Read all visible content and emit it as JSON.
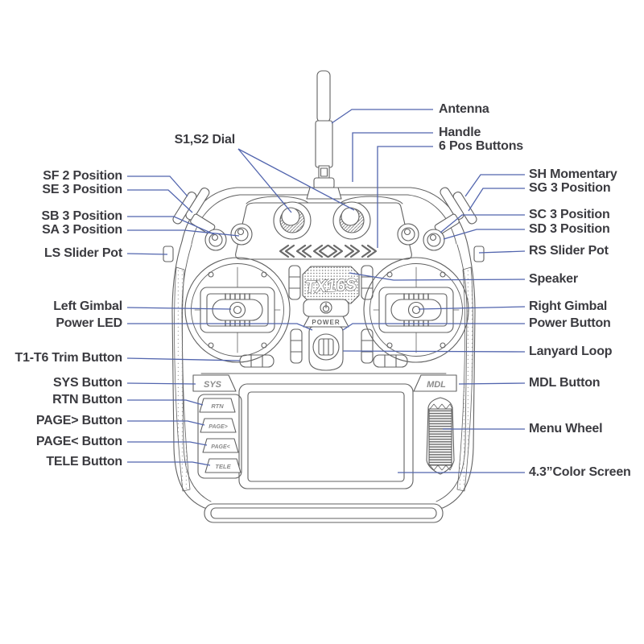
{
  "meta": {
    "description": "Parts diagram of a TX16S radio transmitter",
    "colors": {
      "leader": "#5265ae",
      "line": "#616161",
      "text": "#3b3b40"
    }
  },
  "labels": {
    "antenna": "Antenna",
    "handle": "Handle",
    "six_pos": "6 Pos Buttons",
    "s1s2": "S1,S2 Dial",
    "sf": "SF 2 Position",
    "se": "SE 3 Position",
    "sb": "SB 3 Position",
    "sa": "SA 3 Position",
    "ls": "LS Slider Pot",
    "left_gimbal": "Left Gimbal",
    "power_led": "Power LED",
    "trim": "T1-T6 Trim Button",
    "sys": "SYS Button",
    "rtn": "RTN Button",
    "page_next": "PAGE> Button",
    "page_prev": "PAGE< Button",
    "tele": "TELE Button",
    "sh": "SH Momentary",
    "sg": "SG 3 Position",
    "sc": "SC 3 Position",
    "sd": "SD 3 Position",
    "rs": "RS Slider Pot",
    "speaker": "Speaker",
    "right_gimbal": "Right Gimbal",
    "power_button": "Power Button",
    "lanyard": "Lanyard Loop",
    "mdl": "MDL Button",
    "menu_wheel": "Menu Wheel",
    "screen": "4.3”Color Screen"
  },
  "device": {
    "logo": "TX16S",
    "power": "POWER",
    "sys": "SYS",
    "mdl": "MDL",
    "rtn": "RTN",
    "page_next": "PAGE>",
    "page_prev": "PAGE<",
    "tele": "TELE"
  }
}
